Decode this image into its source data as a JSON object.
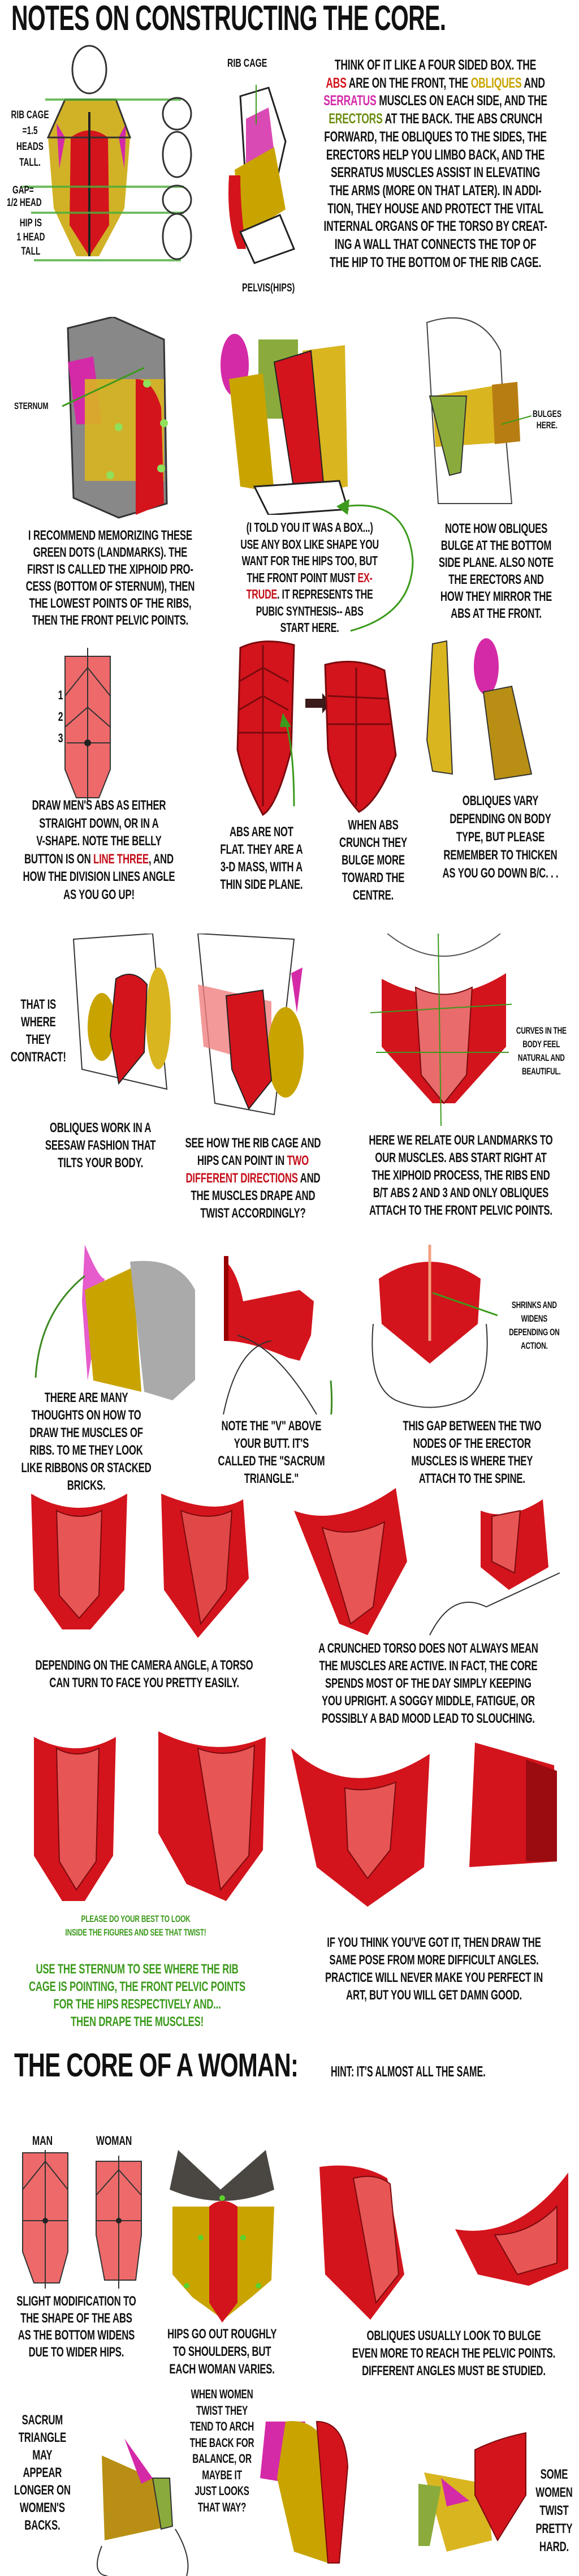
{
  "colors": {
    "abs": "#d3141c",
    "obliques": "#c9a400",
    "serratus": "#d42aa8",
    "erectors": "#6b8e12",
    "note_green": "#3c9a1c",
    "emphasis_red": "#c4101a"
  },
  "title": "NOTES ON CONSTRUCTING THE CORE.",
  "section1": {
    "labels": {
      "rib_cage_left": "RIB CAGE",
      "ratio": "=1.5",
      "heads": "HEADS",
      "tall": "TALL.",
      "gap": "GAP=",
      "half_head": "1/2 HEAD",
      "hip_is": "HIP IS",
      "one_head": "1 HEAD",
      "tall2": "TALL",
      "rib_cage_side": "RIB CAGE",
      "pelvis": "PELVIS(HIPS)"
    },
    "paragraph": [
      "THINK OF IT LIKE A FOUR SIDED BOX. THE",
      [
        {
          "t": "ABS",
          "c": "abs"
        },
        {
          "t": " ARE ON THE FRONT, THE "
        },
        {
          "t": "OBLIQUES",
          "c": "obliques"
        },
        {
          "t": " AND"
        }
      ],
      [
        {
          "t": "SERRATUS",
          "c": "serratus"
        },
        {
          "t": " MUSCLES ON EACH SIDE, AND THE"
        }
      ],
      [
        {
          "t": "ERECTORS",
          "c": "erectors"
        },
        {
          "t": " AT THE BACK. THE ABS CRUNCH"
        }
      ],
      "FORWARD, THE OBLIQUES TO THE SIDES, THE",
      "ERECTORS HELP YOU LIMBO BACK, AND THE",
      "SERRATUS MUSCLES ASSIST IN ELEVATING",
      "THE ARMS (MORE ON THAT LATER). IN ADDI-",
      "TION, THEY HOUSE  AND PROTECT THE VITAL",
      "INTERNAL ORGANS OF THE TORSO BY CREAT-",
      "ING A WALL THAT CONNECTS THE TOP OF",
      "THE HIP TO THE BOTTOM OF THE RIB CAGE."
    ]
  },
  "section2": {
    "sternum_label": "STERNUM",
    "bulges_label": [
      "BULGES",
      "HERE."
    ],
    "landmarks": [
      "I RECOMMEND MEMORIZING THESE",
      "GREEN DOTS (LANDMARKS). THE",
      "FIRST IS CALLED THE XIPHOID PRO-",
      "CESS (BOTTOM OF STERNUM), THEN",
      "THE LOWEST POINTS OF THE RIBS,",
      "THEN THE  FRONT PELVIC POINTS."
    ],
    "box": [
      "(I TOLD YOU IT WAS A BOX...)",
      "USE ANY BOX LIKE SHAPE YOU",
      "WANT FOR THE HIPS TOO, BUT",
      [
        {
          "t": "THE FRONT POINT MUST "
        },
        {
          "t": "EX-",
          "c": "emphasis_red"
        }
      ],
      [
        {
          "t": "TRUDE",
          "c": "emphasis_red"
        },
        {
          "t": ". IT REPRESENTS THE"
        }
      ],
      "PUBIC SYNTHESIS-- ABS",
      "START HERE."
    ],
    "obliques_bulge": [
      "NOTE HOW OBLIQUES",
      "BULGE AT THE BOTTOM",
      "SIDE PLANE. ALSO NOTE",
      "THE ERECTORS AND",
      "HOW THEY MIRROR THE",
      "ABS AT THE FRONT."
    ]
  },
  "section3": {
    "numbers": [
      "1",
      "2",
      "3"
    ],
    "abs_shape": [
      "DRAW MEN'S ABS AS EITHER",
      "STRAIGHT DOWN, OR IN A",
      "V-SHAPE. NOTE THE BELLY",
      [
        {
          "t": "BUTTON IS ON "
        },
        {
          "t": "LINE THREE",
          "c": "emphasis_red"
        },
        {
          "t": ", AND"
        }
      ],
      "HOW THE DIVISION LINES ANGLE",
      "AS YOU GO UP!"
    ],
    "not_flat": [
      "ABS ARE NOT",
      "FLAT. THEY ARE A",
      "3-D MASS, WITH A",
      "THIN SIDE PLANE."
    ],
    "crunch": [
      "WHEN ABS",
      "CRUNCH THEY",
      "BULGE MORE",
      "TOWARD THE",
      "CENTRE."
    ],
    "obliques_vary": [
      "OBLIQUES VARY",
      "DEPENDING ON BODY",
      "TYPE, BUT PLEASE",
      "REMEMBER TO THICKEN",
      "AS YOU GO DOWN B/C. . ."
    ]
  },
  "section4": {
    "contract": [
      "THAT IS",
      "WHERE",
      "THEY",
      "CONTRACT!"
    ],
    "curves": [
      "CURVES IN THE",
      "BODY FEEL",
      "NATURAL AND",
      "BEAUTIFUL."
    ],
    "seesaw": [
      "OBLIQUES WORK IN A",
      "SEESAW FASHION THAT",
      "TILTS YOUR BODY."
    ],
    "two_directions": [
      "SEE HOW THE RIB CAGE AND",
      [
        {
          "t": "HIPS CAN POINT IN "
        },
        {
          "t": "TWO",
          "c": "emphasis_red"
        }
      ],
      [
        {
          "t": "DIFFERENT DIRECTIONS",
          "c": "emphasis_red"
        },
        {
          "t": " AND"
        }
      ],
      "THE MUSCLES DRAPE AND",
      "TWIST ACCORDINGLY?"
    ],
    "relate": [
      "HERE WE RELATE OUR LANDMARKS TO",
      "OUR MUSCLES. ABS START RIGHT AT",
      "THE XIPHOID PROCESS, THE RIBS END",
      "B/T ABS 2 AND 3 AND ONLY OBLIQUES",
      "ATTACH TO THE FRONT PELVIC POINTS."
    ]
  },
  "section5": {
    "shrinks": [
      "SHRINKS AND",
      "WIDENS",
      "DEPENDING ON",
      "ACTION."
    ],
    "ribbons": [
      "THERE ARE MANY",
      "THOUGHTS ON HOW TO",
      "DRAW THE MUSCLES OF",
      "RIBS. TO ME THEY LOOK",
      "LIKE RIBBONS OR STACKED",
      "BRICKS."
    ],
    "sacrum": [
      "NOTE THE \"V\" ABOVE",
      "YOUR BUTT. IT'S",
      "CALLED THE \"SACRUM",
      "TRIANGLE.\""
    ],
    "gap": [
      "THIS GAP BETWEEN THE TWO",
      "NODES OF THE ERECTOR",
      "MUSCLES IS WHERE THEY",
      "ATTACH TO THE SPINE."
    ]
  },
  "section6": {
    "camera": [
      "DEPENDING ON THE CAMERA ANGLE, A TORSO",
      "CAN TURN TO FACE YOU PRETTY EASILY."
    ],
    "crunched": [
      "A CRUNCHED TORSO DOES NOT ALWAYS MEAN",
      "THE MUSCLES ARE ACTIVE. IN FACT, THE CORE",
      "SPENDS MOST OF THE DAY SIMPLY KEEPING",
      "YOU UPRIGHT. A SOGGY MIDDLE, FATIGUE, OR",
      "POSSIBLY A BAD MOOD LEAD TO SLOUCHING."
    ]
  },
  "section7": {
    "look_inside": [
      "PLEASE DO YOUR BEST TO LOOK",
      "INSIDE THE FIGURES AND SEE THAT TWIST!"
    ],
    "use_sternum": [
      "USE THE STERNUM TO SEE WHERE THE RIB",
      "CAGE IS POINTING, THE FRONT PELVIC POINTS",
      "FOR THE HIPS RESPECTIVELY AND...",
      "THEN DRAPE THE MUSCLES!"
    ],
    "practice": [
      "IF YOU THINK YOU'VE GOT IT, THEN DRAW THE",
      "SAME POSE FROM MORE DIFFICULT ANGLES.",
      "PRACTICE WILL NEVER MAKE YOU PERFECT IN",
      "ART, BUT YOU WILL GET DAMN GOOD."
    ]
  },
  "woman": {
    "title": "THE CORE OF A WOMAN:",
    "hint": "HINT: IT'S ALMOST ALL THE SAME.",
    "man_label": "MAN",
    "woman_label": "WOMAN",
    "slight": [
      "SLIGHT MODIFICATION TO",
      "THE SHAPE OF THE ABS",
      "AS THE BOTTOM WIDENS",
      "DUE TO WIDER HIPS."
    ],
    "hips": [
      "HIPS GO OUT ROUGHLY",
      "TO SHOULDERS, BUT",
      "EACH WOMAN VARIES."
    ],
    "obliques_usually": [
      "OBLIQUES USUALLY LOOK TO BULGE",
      "EVEN MORE TO REACH THE PELVIC POINTS.",
      "DIFFERENT ANGLES MUST BE STUDIED."
    ],
    "sacrum_women": [
      "SACRUM",
      "TRIANGLE",
      "MAY",
      "APPEAR",
      "LONGER ON",
      "WOMEN'S",
      "BACKS."
    ],
    "twist_arch": [
      "WHEN WOMEN",
      "TWIST THEY",
      "TEND TO ARCH",
      "THE BACK FOR",
      "BALANCE, OR",
      "MAYBE IT",
      "JUST LOOKS",
      "THAT WAY?"
    ],
    "twist_hard": [
      "SOME",
      "WOMEN",
      "TWIST",
      "PRETTY",
      "HARD."
    ]
  }
}
